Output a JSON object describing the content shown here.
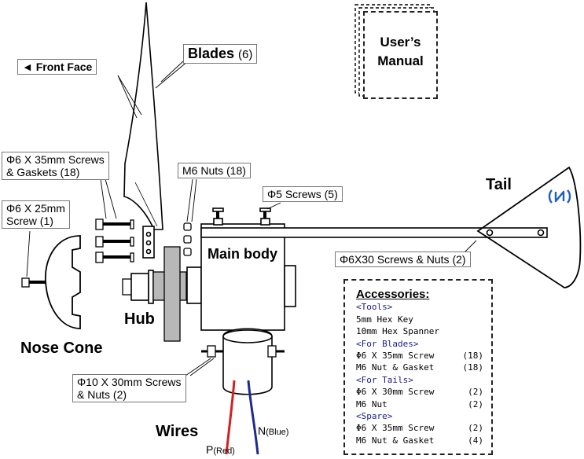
{
  "labels": {
    "front_face": "◄ Front Face",
    "blades": "Blades",
    "blades_count": "(6)",
    "screws_35_line1": "Φ6 X 35mm Screws",
    "screws_35_line2": "& Gaskets (18)",
    "screws_25_line1": "Φ6 X 25mm",
    "screws_25_line2": "Screw (1)",
    "m6_nuts": "M6 Nuts (18)",
    "phi5_screws": "Φ5 Screws (5)",
    "tail": "Tail",
    "main_body": "Main body",
    "tail_screws": "Φ6X30 Screws & Nuts (2)",
    "hub": "Hub",
    "nose_cone": "Nose Cone",
    "screws_10_line1": "Φ10 X 30mm Screws",
    "screws_10_line2": "& Nuts (2)",
    "wires": "Wires",
    "wire_n": "N",
    "wire_n_color": "(Blue)",
    "wire_p": "P",
    "wire_p_color": "(Red)"
  },
  "manual": {
    "line1": "User’s",
    "line2": "Manual"
  },
  "accessories": {
    "title": "Accessories:",
    "tools_header": "<Tools>",
    "tool1": "5mm Hex Key",
    "tool2": "10mm Hex Spanner",
    "blades_header": "<For Blades>",
    "blades1_name": "Φ6 X 35mm Screw",
    "blades1_qty": "(18)",
    "blades2_name": "M6 Nut & Gasket",
    "blades2_qty": "(18)",
    "tails_header": "<For Tails>",
    "tails1_name": "Φ6 X 30mm Screw",
    "tails1_qty": "(2)",
    "tails2_name": "M6 Nut",
    "tails2_qty": "(2)",
    "spare_header": "<Spare>",
    "spare1_name": "Φ6 X 35mm Screw",
    "spare1_qty": "(2)",
    "spare2_name": "M6 Nut & Gasket",
    "spare2_qty": "(4)"
  },
  "colors": {
    "wire_p": "#d42020",
    "wire_n": "#1e2a8c",
    "logo": "#1f5fc4",
    "hub": "#b8b8b8",
    "group_header": "#1a1a8e"
  }
}
